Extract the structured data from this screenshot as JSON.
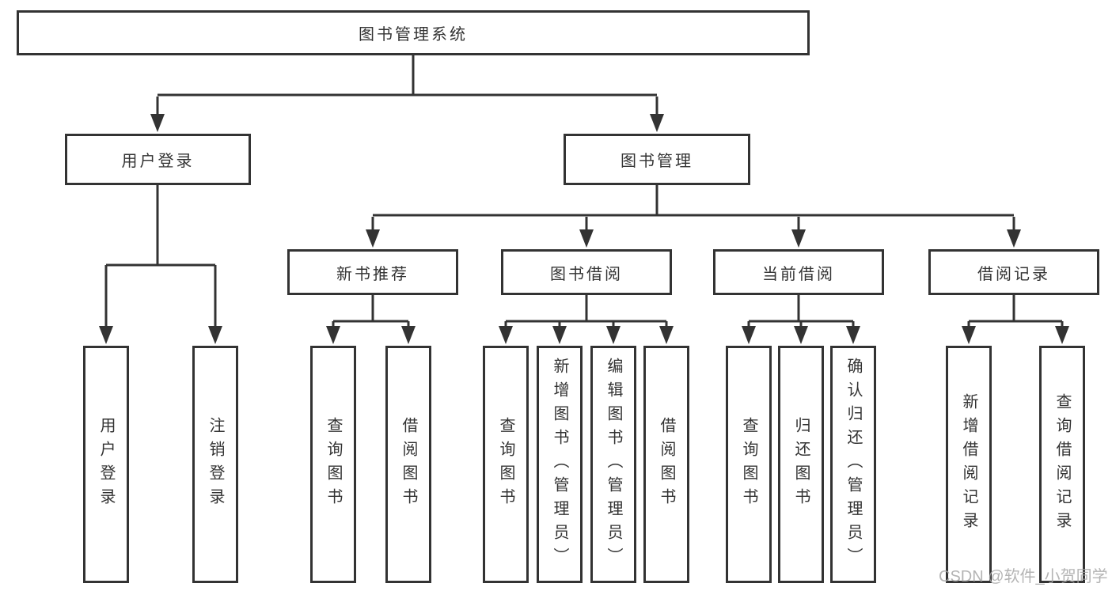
{
  "diagram": {
    "root": {
      "label": "图书管理系统"
    },
    "branches": [
      {
        "label": "用户登录",
        "children": [
          {
            "label": "用户登录"
          },
          {
            "label": "注销登录"
          }
        ]
      },
      {
        "label": "图书管理",
        "children": [
          {
            "label": "新书推荐",
            "children": [
              {
                "label": "查询图书"
              },
              {
                "label": "借阅图书"
              }
            ]
          },
          {
            "label": "图书借阅",
            "children": [
              {
                "label": "查询图书"
              },
              {
                "label": "新增图书（管理员）"
              },
              {
                "label": "编辑图书（管理员）"
              },
              {
                "label": "借阅图书"
              }
            ]
          },
          {
            "label": "当前借阅",
            "children": [
              {
                "label": "查询图书"
              },
              {
                "label": "归还图书"
              },
              {
                "label": "确认归还（管理员）"
              }
            ]
          },
          {
            "label": "借阅记录",
            "children": [
              {
                "label": "新增借阅记录"
              },
              {
                "label": "查询借阅记录"
              }
            ]
          }
        ]
      }
    ],
    "watermark": "CSDN @软件_小贺同学",
    "colors": {
      "line": "#333333",
      "text": "#333333",
      "watermark": "#a8a8a8",
      "background": "#ffffff"
    }
  }
}
